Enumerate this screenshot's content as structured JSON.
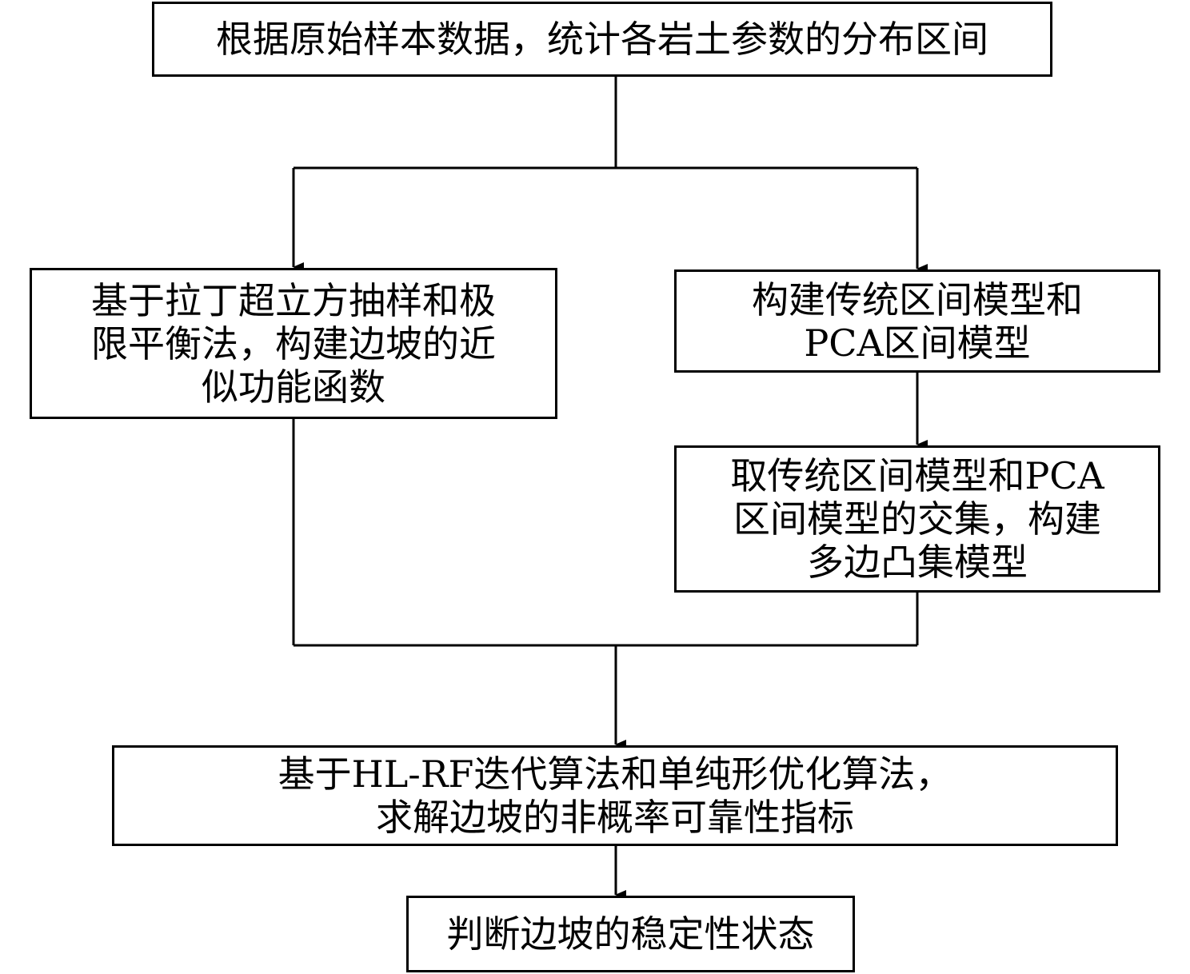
{
  "nodes": {
    "start": {
      "lines": [
        "根据原始样本数据，统计各岩土参数的分布区间"
      ]
    },
    "approx_function": {
      "lines": [
        "基于拉丁超立方抽样和极",
        "限平衡法，构建边坡的近",
        "似功能函数"
      ]
    },
    "interval_models": {
      "lines": [
        "构建传统区间模型和",
        "PCA区间模型"
      ]
    },
    "convex_model": {
      "lines": [
        "取传统区间模型和PCA",
        "区间模型的交集，构建",
        "多边凸集模型"
      ]
    },
    "solve_index": {
      "lines": [
        "基于HL-RF迭代算法和单纯形优化算法，",
        "求解边坡的非概率可靠性指标"
      ]
    },
    "judge": {
      "lines": [
        "判断边坡的稳定性状态"
      ]
    }
  }
}
